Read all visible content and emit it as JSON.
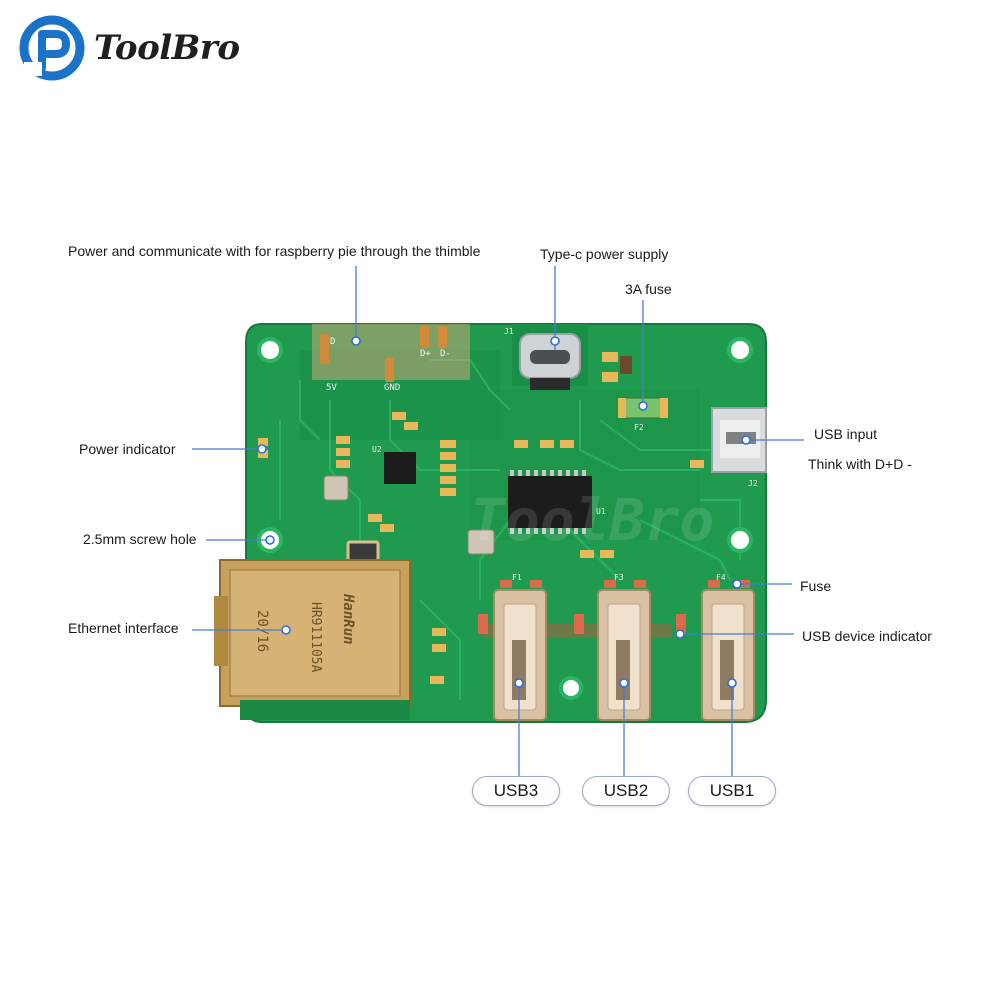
{
  "brand": {
    "name": "ToolBro",
    "color": "#1a73c9"
  },
  "callouts": {
    "pins": "Power and communicate with for raspberry pie through the thimble",
    "typec": "Type-c power supply",
    "fuse3a": "3A fuse",
    "power_indicator": "Power indicator",
    "usb_input": "USB input",
    "think": "Think with D+D -",
    "screw_hole": "2.5mm screw hole",
    "fuse": "Fuse",
    "ethernet": "Ethernet interface",
    "usb_device_indicator": "USB device indicator"
  },
  "ports": [
    {
      "label": "USB3"
    },
    {
      "label": "USB2"
    },
    {
      "label": "USB1"
    }
  ],
  "board": {
    "pin_labels": [
      "5V",
      "GND",
      "D+",
      "D-"
    ],
    "pin_top_label": "D",
    "jack_text": [
      "HR911105A",
      "20/16"
    ],
    "jack_brand": "HanRun",
    "connector_labels": [
      "J1",
      "J2",
      "F1",
      "F2",
      "F3",
      "F4",
      "U1",
      "U2"
    ],
    "watermark": "ToolBro"
  },
  "colors": {
    "pcb": "#1f9a4f",
    "pcb_dark": "#14793a",
    "trace": "#2bb562",
    "pad": "#e9b85a",
    "silk": "#f2f2f2",
    "callout_line": "#4a7bd1",
    "dot": "#2f6fd6"
  }
}
